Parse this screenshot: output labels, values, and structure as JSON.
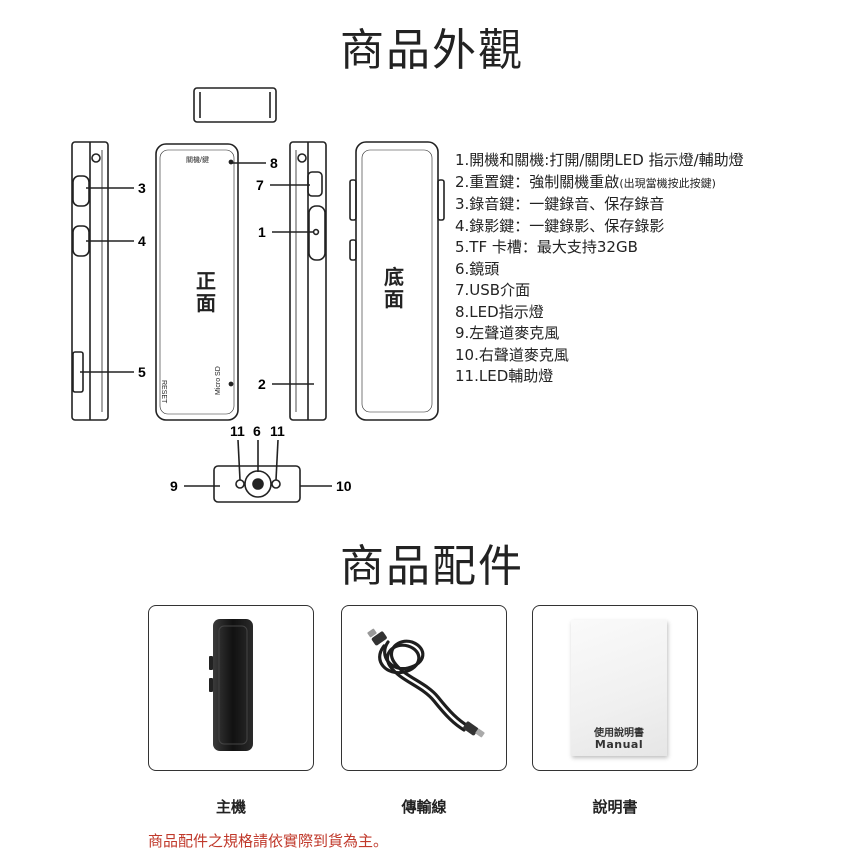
{
  "sections": {
    "appearance_title": "商品外觀",
    "accessories_title": "商品配件"
  },
  "device_labels": {
    "front": "正面",
    "bottom": "底面",
    "micro_sd": "Micro SD",
    "reset": "RESET",
    "top_mark": "關機/鍵"
  },
  "callouts": {
    "c1": "1",
    "c2": "2",
    "c3": "3",
    "c4": "4",
    "c5": "5",
    "c6": "6",
    "c7": "7",
    "c8": "8",
    "c9": "9",
    "c10": "10",
    "c11a": "11",
    "c11b": "11"
  },
  "specs": [
    {
      "text": "1.開機和關機:打開/關閉LED 指示燈/輔助燈"
    },
    {
      "text": "2.重置鍵：強制關機重啟",
      "note": "(出現當機按此按鍵)"
    },
    {
      "text": "3.錄音鍵：一鍵錄音、保存錄音"
    },
    {
      "text": "4.錄影鍵：一鍵錄影、保存錄影"
    },
    {
      "text": "5.TF 卡槽：最大支持32GB"
    },
    {
      "text": "6.鏡頭"
    },
    {
      "text": "7.USB介面"
    },
    {
      "text": "8.LED指示燈"
    },
    {
      "text": "9.左聲道麥克風"
    },
    {
      "text": "10.右聲道麥克風"
    },
    {
      "text": "11.LED輔助燈"
    }
  ],
  "accessories": [
    {
      "name": "主機",
      "icon": "recorder-device-icon"
    },
    {
      "name": "傳輸線",
      "icon": "usb-cable-icon"
    },
    {
      "name": "說明書",
      "icon": "manual-booklet-icon"
    }
  ],
  "manual": {
    "title_zh": "使用說明書",
    "title_en": "Manual"
  },
  "footnote": "商品配件之規格請依實際到貨為主。",
  "colors": {
    "footnote": "#c0392b",
    "device_body": "#1c1c1c"
  }
}
